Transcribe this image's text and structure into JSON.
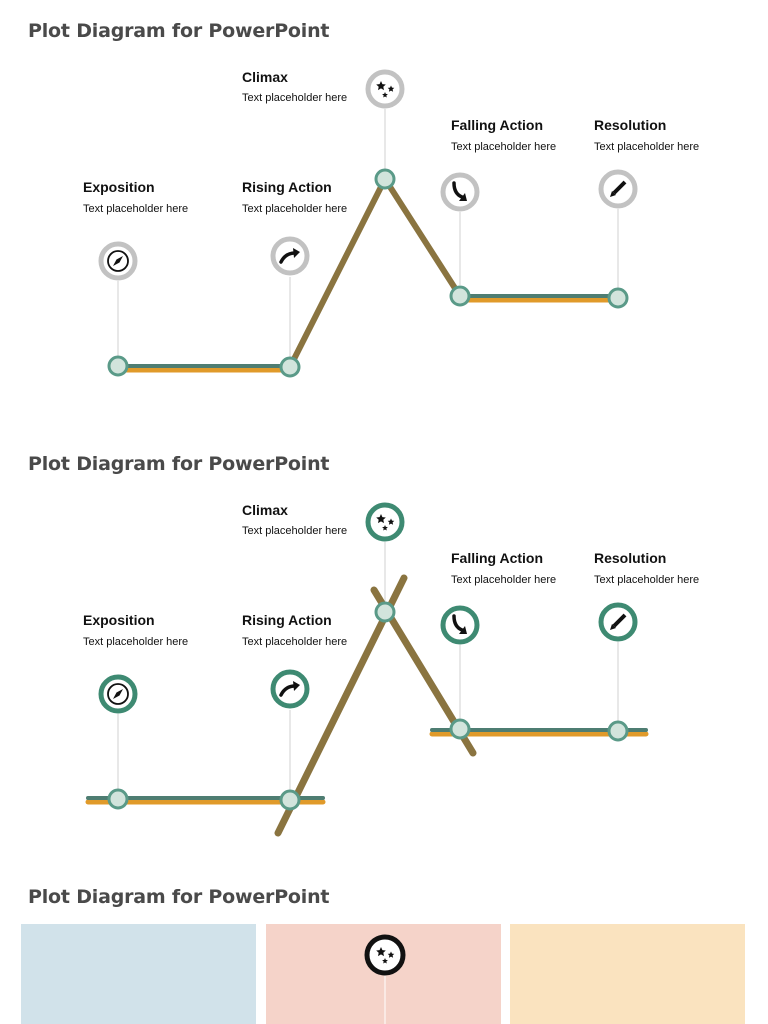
{
  "slides": [
    {
      "title": "Plot Diagram for PowerPoint",
      "style": "gray",
      "stages": [
        {
          "key": "exposition",
          "title": "Exposition",
          "subtitle": "Text placeholder here",
          "icon": "compass-icon"
        },
        {
          "key": "rising",
          "title": "Rising Action",
          "subtitle": "Text placeholder here",
          "icon": "arrow-up-right-icon"
        },
        {
          "key": "climax",
          "title": "Climax",
          "subtitle": "Text placeholder here",
          "icon": "stars-icon"
        },
        {
          "key": "falling",
          "title": "Falling Action",
          "subtitle": "Text placeholder here",
          "icon": "arrow-down-right-icon"
        },
        {
          "key": "resolution",
          "title": "Resolution",
          "subtitle": "Text placeholder here",
          "icon": "pencil-icon"
        }
      ]
    },
    {
      "title": "Plot Diagram for PowerPoint",
      "style": "green",
      "stages": [
        {
          "key": "exposition",
          "title": "Exposition",
          "subtitle": "Text placeholder here",
          "icon": "compass-icon"
        },
        {
          "key": "rising",
          "title": "Rising Action",
          "subtitle": "Text placeholder here",
          "icon": "arrow-up-right-icon"
        },
        {
          "key": "climax",
          "title": "Climax",
          "subtitle": "Text placeholder here",
          "icon": "stars-icon"
        },
        {
          "key": "falling",
          "title": "Falling Action",
          "subtitle": "Text placeholder here",
          "icon": "arrow-down-right-icon"
        },
        {
          "key": "resolution",
          "title": "Resolution",
          "subtitle": "Text placeholder here",
          "icon": "pencil-icon"
        }
      ]
    },
    {
      "title": "Plot Diagram for PowerPoint",
      "panels": [
        {
          "color": "#d1e2ea"
        },
        {
          "color": "#f5d3c9",
          "icon": "stars-icon"
        },
        {
          "color": "#fae3bf"
        }
      ]
    }
  ],
  "colors": {
    "title": "#4a4a4a",
    "line_brown": "#8a7440",
    "line_teal": "#4e7d72",
    "line_orange": "#e09a2a",
    "node_fill": "#d2e4dc",
    "node_stroke": "#5a9a88",
    "ring_gray": "#c2c2c2",
    "ring_green": "#3e8a72"
  }
}
